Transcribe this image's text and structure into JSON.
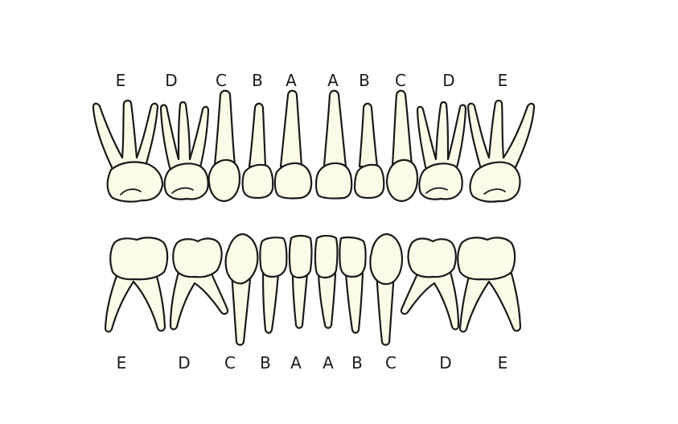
{
  "upper_labels": [
    "E",
    "D",
    "C",
    "B",
    "A",
    "A",
    "B",
    "C",
    "D",
    "E"
  ],
  "lower_labels": [
    "E",
    "D",
    "C",
    "B",
    "A",
    "A",
    "B",
    "C",
    "D",
    "E"
  ],
  "colors": {
    "tooth_fill": "#fdfbe8",
    "outline": "#1a1a1a",
    "background": "#ffffff"
  }
}
